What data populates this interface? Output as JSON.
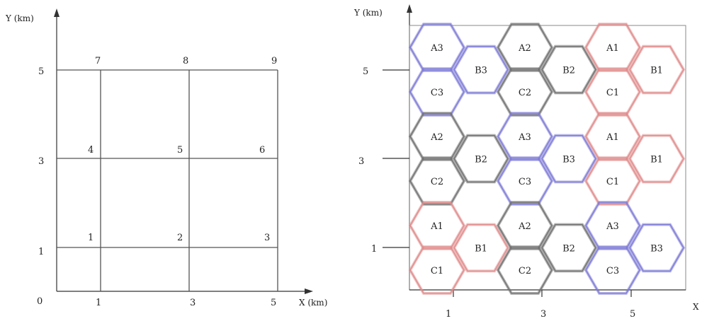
{
  "left": {
    "y_axis_label": "Y (km)",
    "x_axis_label": "X (km)",
    "x_ticks": [
      "1",
      "3",
      "5"
    ],
    "y_ticks": [
      "1",
      "3",
      "5"
    ],
    "origin_label": "0",
    "nodes": [
      {
        "label": "1",
        "x": 1,
        "y": 1
      },
      {
        "label": "2",
        "x": 3,
        "y": 1
      },
      {
        "label": "3",
        "x": 5,
        "y": 1
      },
      {
        "label": "4",
        "x": 1,
        "y": 3
      },
      {
        "label": "5",
        "x": 3,
        "y": 3
      },
      {
        "label": "6",
        "x": 5,
        "y": 3
      },
      {
        "label": "7",
        "x": 1,
        "y": 5
      },
      {
        "label": "8",
        "x": 3,
        "y": 5
      },
      {
        "label": "9",
        "x": 5,
        "y": 5
      }
    ]
  },
  "right": {
    "y_axis_label": "Y (km)",
    "x_axis_label": "X",
    "x_ticks": [
      "1",
      "3",
      "5"
    ],
    "y_ticks": [
      "1",
      "3",
      "5"
    ],
    "colors": {
      "blue": "#7d7ad6",
      "gray": "#6f6f6f",
      "red": "#e08a8a"
    },
    "hexes": [
      {
        "label": "A3",
        "color": "blue",
        "col": 0,
        "row": 0
      },
      {
        "label": "C3",
        "color": "blue",
        "col": 0,
        "row": 1
      },
      {
        "label": "A2",
        "color": "gray",
        "col": 0,
        "row": 2
      },
      {
        "label": "C2",
        "color": "gray",
        "col": 0,
        "row": 3
      },
      {
        "label": "A1",
        "color": "red",
        "col": 0,
        "row": 4
      },
      {
        "label": "C1",
        "color": "red",
        "col": 0,
        "row": 5
      },
      {
        "label": "B3",
        "color": "blue",
        "col": 1,
        "row": 0
      },
      {
        "label": "B2",
        "color": "gray",
        "col": 1,
        "row": 2
      },
      {
        "label": "B1",
        "color": "red",
        "col": 1,
        "row": 4
      },
      {
        "label": "A2",
        "color": "gray",
        "col": 2,
        "row": 0
      },
      {
        "label": "C2",
        "color": "gray",
        "col": 2,
        "row": 1
      },
      {
        "label": "A3",
        "color": "blue",
        "col": 2,
        "row": 2
      },
      {
        "label": "C3",
        "color": "blue",
        "col": 2,
        "row": 3
      },
      {
        "label": "A2",
        "color": "gray",
        "col": 2,
        "row": 4
      },
      {
        "label": "C2",
        "color": "gray",
        "col": 2,
        "row": 5
      },
      {
        "label": "B2",
        "color": "gray",
        "col": 3,
        "row": 0
      },
      {
        "label": "B3",
        "color": "blue",
        "col": 3,
        "row": 2
      },
      {
        "label": "B2",
        "color": "gray",
        "col": 3,
        "row": 4
      },
      {
        "label": "A1",
        "color": "red",
        "col": 4,
        "row": 0
      },
      {
        "label": "C1",
        "color": "red",
        "col": 4,
        "row": 1
      },
      {
        "label": "A1",
        "color": "red",
        "col": 4,
        "row": 2
      },
      {
        "label": "C1",
        "color": "red",
        "col": 4,
        "row": 3
      },
      {
        "label": "A3",
        "color": "blue",
        "col": 4,
        "row": 4
      },
      {
        "label": "C3",
        "color": "blue",
        "col": 4,
        "row": 5
      },
      {
        "label": "B1",
        "color": "red",
        "col": 5,
        "row": 0
      },
      {
        "label": "B1",
        "color": "red",
        "col": 5,
        "row": 2
      },
      {
        "label": "B3",
        "color": "blue",
        "col": 5,
        "row": 4
      }
    ]
  }
}
